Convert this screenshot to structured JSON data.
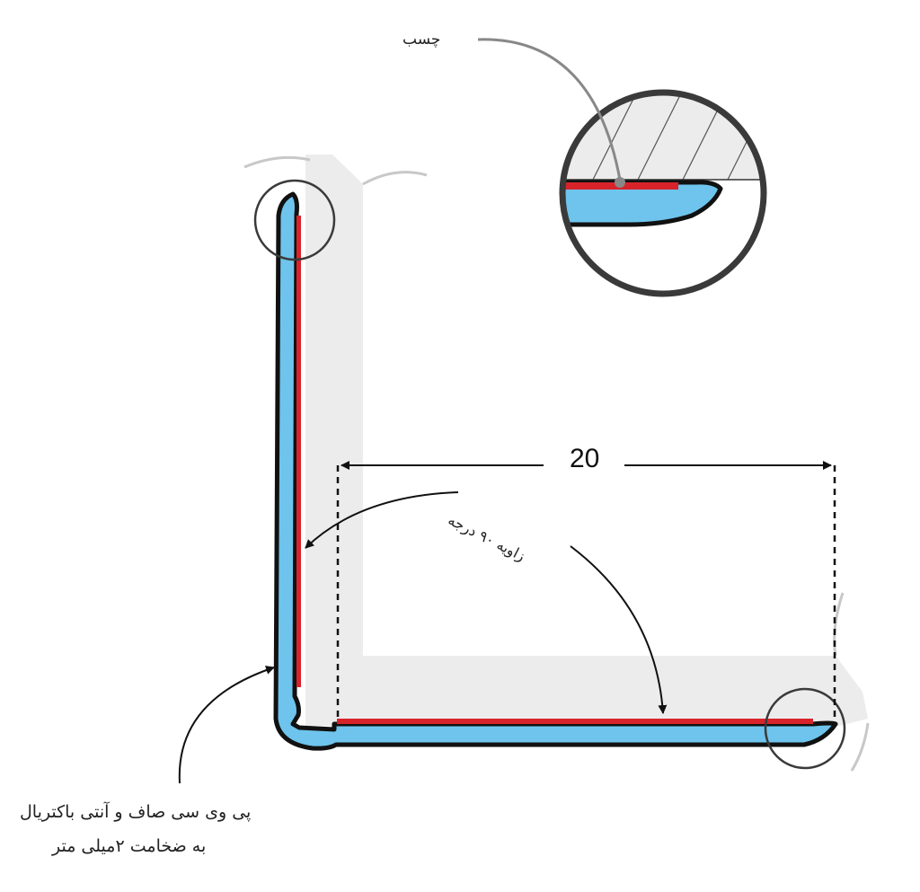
{
  "labels": {
    "glue": "چسب",
    "dimension": "20",
    "angle": "زاویه ۹۰ درجه",
    "pvc_line1": "پی وی سی صاف و آنتی باکتریال",
    "pvc_line2": "به ضخامت ۲میلی متر"
  },
  "colors": {
    "profile_fill": "#6ec4ec",
    "outline": "#111111",
    "glue_strip": "#d9232a",
    "wall": "#ececec",
    "detail_circle": "#3a3a3a",
    "leader": "#888888"
  }
}
